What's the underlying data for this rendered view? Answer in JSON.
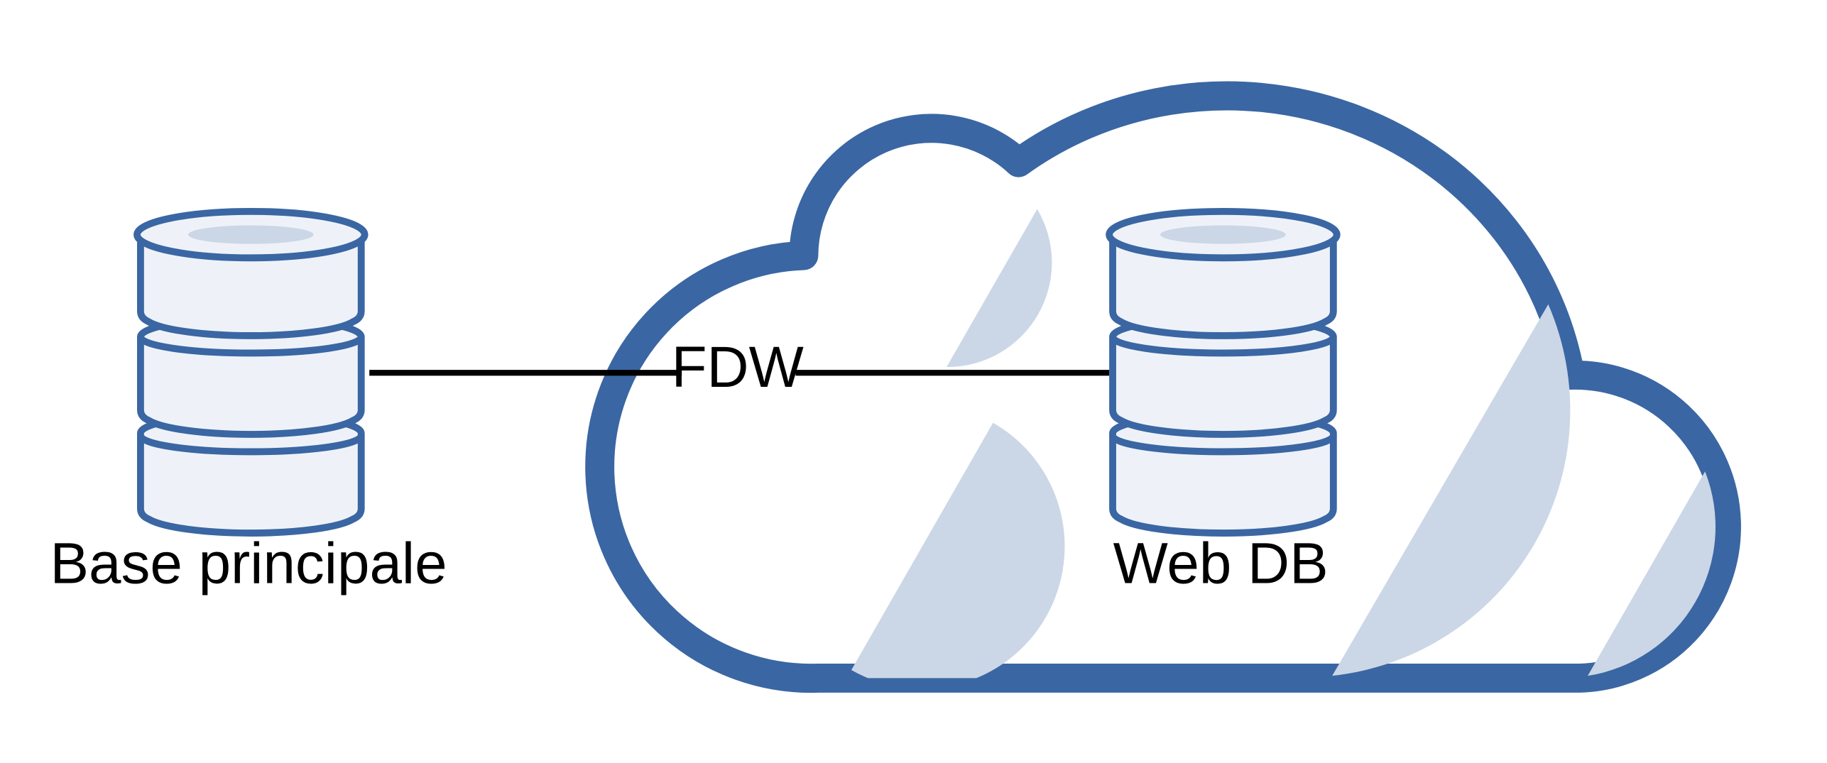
{
  "nodes": {
    "main_db": {
      "label": "Base principale",
      "icon": "database-icon"
    },
    "web_db": {
      "label": "Web DB",
      "icon": "database-icon"
    }
  },
  "connection": {
    "label": "FDW"
  },
  "cloud": {
    "icon": "cloud-icon"
  },
  "colors": {
    "stroke": "#3a66a3",
    "db_fill": "#eef2f8",
    "shade": "#cbd7e6",
    "line": "#000000",
    "text": "#000000"
  }
}
